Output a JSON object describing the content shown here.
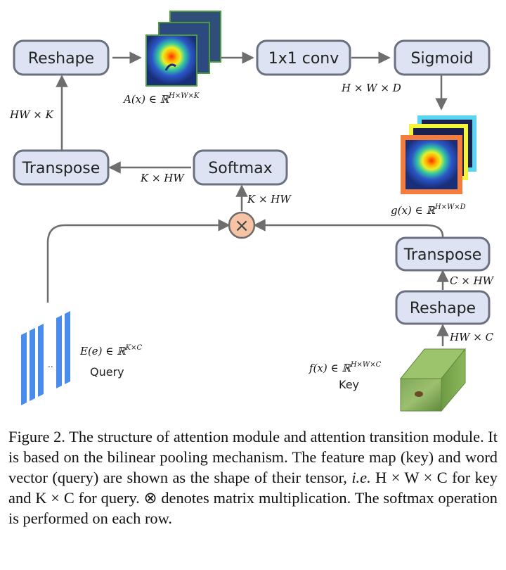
{
  "boxes": {
    "reshape_top": "Reshape",
    "conv": "1x1 conv",
    "sigmoid": "Sigmoid",
    "transpose_left": "Transpose",
    "softmax": "Softmax",
    "transpose_right": "Transpose",
    "reshape_right": "Reshape"
  },
  "labels": {
    "a_x": "A(x) ∈ ℝ",
    "a_x_sup": "H×W×K",
    "hwd": "H × W × D",
    "hwk": "HW × K",
    "k_hw_1": "K × HW",
    "k_hw_2": "K × HW",
    "g_x": "g(x) ∈ ℝ",
    "g_x_sup": "H×W×D",
    "c_hw": "C × HW",
    "hw_c": "HW × C",
    "e_e": "E(e) ∈ ℝ",
    "e_e_sup": "K×C",
    "query": "Query",
    "f_x": "f(x) ∈ ℝ",
    "f_x_sup": "H×W×C",
    "key": "Key",
    "dots": "..",
    "otimes": "×"
  },
  "caption": {
    "p1": "Figure 2. The structure of attention module and attention transition module. It is based on the bilinear pooling mechanism. The feature map (key) and word vector (query) are shown as the shape of their tensor, ",
    "ie": "i.e.",
    "p2": " H × W × C for key and K × C for query. ⊗ denotes matrix multiplication. The softmax operation is performed on each row."
  },
  "colors": {
    "box_fill": "#dde3f2",
    "box_stroke": "#6b7180",
    "arrow": "#6e6e6e",
    "query_bar": "#4a8cec",
    "key_cube": "#7aa84a",
    "multiply_fill": "#f6c3a5",
    "g_frame_orange": "#f47c3c",
    "g_frame_yellow": "#f4f43c",
    "g_frame_cyan": "#5ad4f0"
  }
}
